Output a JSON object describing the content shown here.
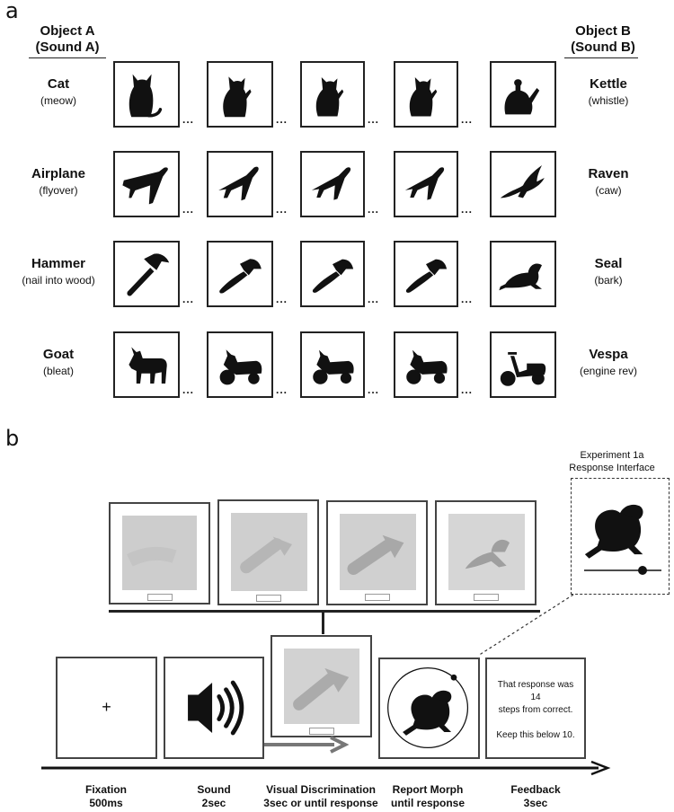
{
  "panel_a": {
    "letter": "a",
    "header_a_line1": "Object A",
    "header_a_line2": "(Sound A)",
    "header_b_line1": "Object B",
    "header_b_line2": "(Sound B)",
    "ellipsis": "...",
    "rows": [
      {
        "a_name": "Cat",
        "a_sound": "(meow)",
        "b_name": "Kettle",
        "b_sound": "(whistle)",
        "icons": [
          "cat-icon",
          "cat-kettle-morph-icon",
          "cat-kettle-morph-icon",
          "cat-kettle-morph-icon",
          "kettle-icon"
        ]
      },
      {
        "a_name": "Airplane",
        "a_sound": "(flyover)",
        "b_name": "Raven",
        "b_sound": "(caw)",
        "icons": [
          "airplane-icon",
          "airplane-raven-morph-icon",
          "airplane-raven-morph-icon",
          "airplane-raven-morph-icon",
          "raven-icon"
        ]
      },
      {
        "a_name": "Hammer",
        "a_sound": "(nail into wood)",
        "b_name": "Seal",
        "b_sound": "(bark)",
        "icons": [
          "hammer-icon",
          "hammer-seal-morph-icon",
          "hammer-seal-morph-icon",
          "hammer-seal-morph-icon",
          "seal-icon"
        ]
      },
      {
        "a_name": "Goat",
        "a_sound": "(bleat)",
        "b_name": "Vespa",
        "b_sound": "(engine rev)",
        "icons": [
          "goat-icon",
          "goat-vespa-morph-icon",
          "goat-vespa-morph-icon",
          "goat-vespa-morph-icon",
          "vespa-icon"
        ]
      }
    ]
  },
  "panel_b": {
    "letter": "b",
    "inset_title_line1": "Experiment 1a",
    "inset_title_line2": "Response Interface",
    "fixation_symbol": "+",
    "feedback_line1": "That response was 14",
    "feedback_line2": "steps from correct.",
    "feedback_line3": "Keep this below 10.",
    "steps": [
      {
        "line1": "Fixation",
        "line2": "500ms"
      },
      {
        "line1": "Sound",
        "line2": "2sec"
      },
      {
        "line1": "Visual Discrimination",
        "line2": "3sec or until response"
      },
      {
        "line1": "Report Morph",
        "line2": "until response"
      },
      {
        "line1": "Feedback",
        "line2": "3sec"
      }
    ]
  },
  "colors": {
    "silhouette": "#111111",
    "frame": "#444444",
    "noise": "#cfcfcf",
    "arrow": "#777777"
  }
}
